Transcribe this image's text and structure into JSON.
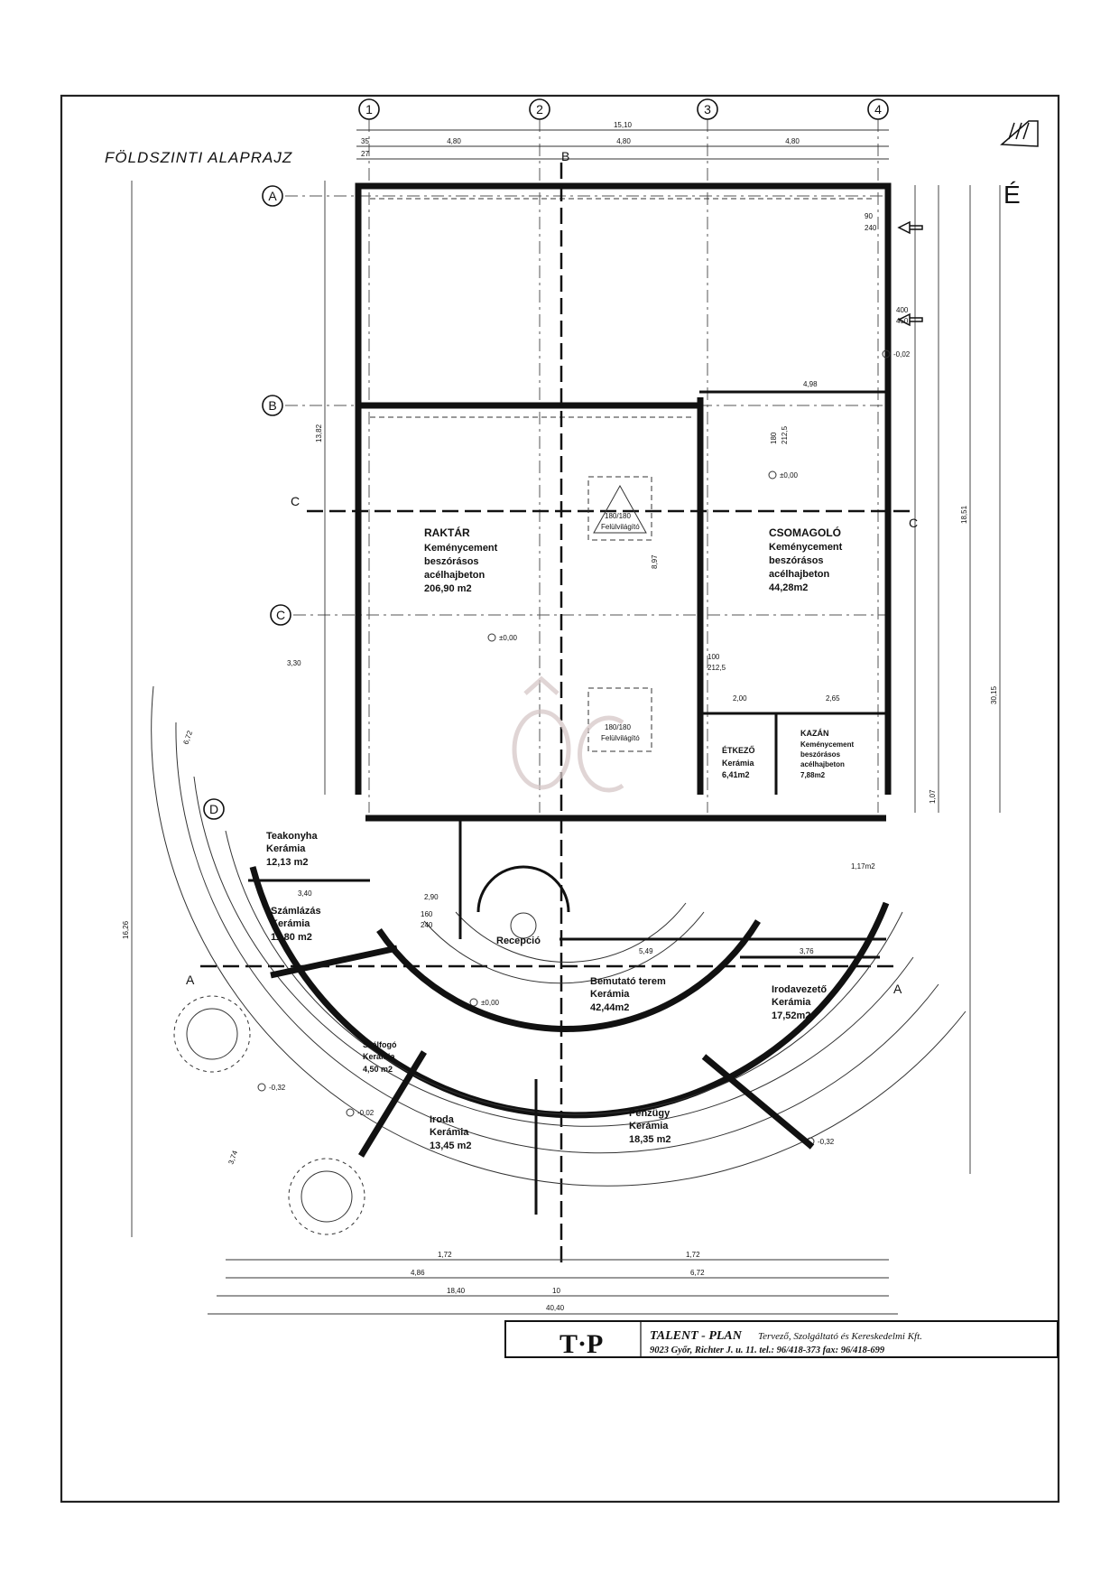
{
  "title": "FÖLDSZINTI ALAPRAJZ",
  "north_label": "É",
  "axes": {
    "columns": [
      "1",
      "2",
      "3",
      "4"
    ],
    "rows": [
      "A",
      "B",
      "C",
      "D"
    ]
  },
  "section_marks": {
    "b": "B",
    "c_left": "C",
    "c_right": "C",
    "a_left": "A",
    "a_right": "A"
  },
  "top_dimensions": {
    "total": "15,10",
    "span1": "4,80",
    "span2": "4,80",
    "span3": "4,80",
    "edge": "35",
    "edge2": "27"
  },
  "rooms": {
    "raktar": {
      "name": "RAKTÁR",
      "l1": "Keménycement",
      "l2": "beszórásos",
      "l3": "acélhajbeton",
      "area": "206,90 m2"
    },
    "csomagolo": {
      "name": "CSOMAGOLÓ",
      "l1": "Keménycement",
      "l2": "beszórásos",
      "l3": "acélhajbeton",
      "area": "44,28m2"
    },
    "etkezo": {
      "name": "ÉTKEZŐ",
      "l1": "Kerámia",
      "area": "6,41m2"
    },
    "kazan": {
      "name": "KAZÁN",
      "l1": "Keménycement",
      "l2": "beszórásos",
      "l3": "acélhajbeton",
      "area": "7,88m2"
    },
    "teakonyha": {
      "name": "Teakonyha",
      "l1": "Kerámia",
      "area": "12,13 m2"
    },
    "szamlazas": {
      "name": "Számlázás",
      "l1": "Kerámia",
      "area": "11,80 m2"
    },
    "recepcio": {
      "name": "Recepció"
    },
    "bemutato": {
      "name": "Bemutató terem",
      "l1": "Kerámia",
      "area": "42,44m2"
    },
    "irodavezeto": {
      "name": "Irodavezető",
      "l1": "Kerámia",
      "area": "17,52m2"
    },
    "szelfogo": {
      "name": "Szélfogó",
      "l1": "Kerámia",
      "area": "4,50 m2"
    },
    "iroda": {
      "name": "Iroda",
      "l1": "Kerámia",
      "area": "13,45 m2"
    },
    "penzugy": {
      "name": "Pénzügy",
      "l1": "Kerámia",
      "area": "18,35 m2"
    }
  },
  "skylights": {
    "upper": "Felülvilágító",
    "upper_size": "180/180",
    "lower": "Felülvilágító",
    "lower_size": "180/180"
  },
  "levels": {
    "raktar": "±0,00",
    "csomagolo": "±0,00",
    "lobby": "±0,00",
    "door": "-0,02",
    "outside1": "-0,32",
    "outside2": "-0,02",
    "outside3": "-0,32"
  },
  "door_labels": {
    "d1": "100",
    "d1b": "212,5",
    "d2": "180",
    "d2b": "212,5",
    "d3": "90",
    "d3b": "240",
    "d4": "400",
    "d4b": "450",
    "d5": "160",
    "d5b": "240"
  },
  "misc_dims": {
    "d_4_98": "4,98",
    "d_2_00": "2,00",
    "d_2_65": "2,65",
    "d_3_30": "3,30",
    "d_6_72": "6,72",
    "d_2_90": "2,90",
    "d_3_40": "3,40",
    "d_5_49": "5,49",
    "d_3_76": "3,76",
    "d_1_72a": "1,72",
    "d_1_72b": "1,72",
    "d_6_72b": "6,72",
    "d_4_86": "4,86",
    "d_18_40": "18,40",
    "d_10": "10",
    "d_40_40": "40,40",
    "d_13_82": "13,82",
    "d_8_97": "8,97",
    "d_30_15": "30,15",
    "d_18_51": "18,51",
    "d_16_26": "16,26",
    "d_3_74": "3,74",
    "d_1_07": "1,07",
    "d_1_17": "1,17m2"
  },
  "titleblock": {
    "logo": "T·P",
    "company": "TALENT - PLAN",
    "description": "Tervező, Szolgáltató és Kereskedelmi Kft.",
    "address": "9023 Győr, Richter J. u. 11.  tel.: 96/418-373  fax: 96/418-699"
  }
}
